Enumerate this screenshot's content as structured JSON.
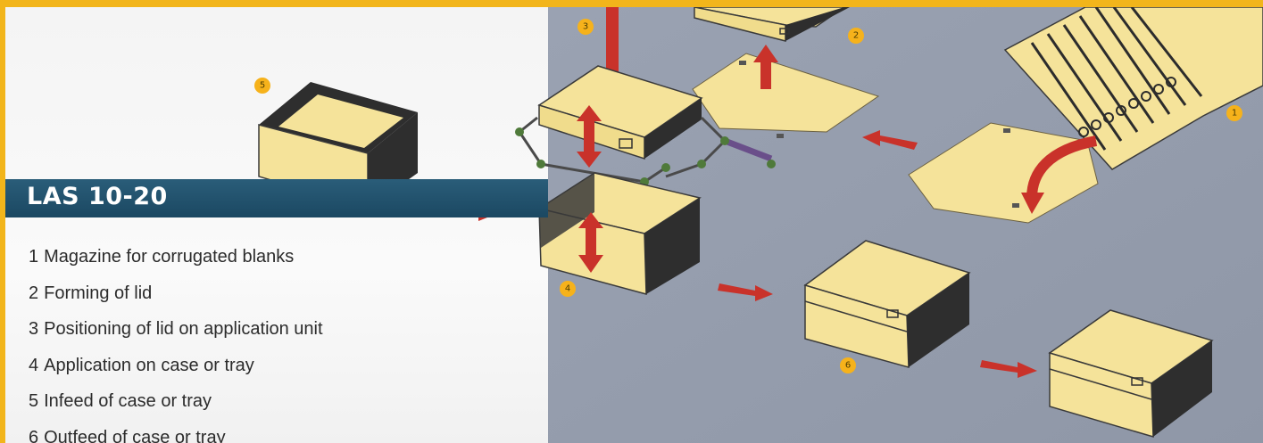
{
  "title": "LAS 10-20",
  "legend": [
    {
      "num": "1",
      "text": "Magazine for corrugated blanks"
    },
    {
      "num": "2",
      "text": "Forming of lid"
    },
    {
      "num": "3",
      "text": "Positioning of lid on application unit"
    },
    {
      "num": "4",
      "text": "Application on case or tray"
    },
    {
      "num": "5",
      "text": "Infeed of case or tray"
    },
    {
      "num": "6",
      "text": "Outfeed of case or tray"
    }
  ],
  "badges": [
    "1",
    "2",
    "3",
    "4",
    "5",
    "6"
  ],
  "colors": {
    "border": "#f2b51b",
    "title_band": "#1f4d67",
    "floor": "#98a0b0",
    "cardboard": "#f5e39a",
    "arrow": "#c9322a",
    "badge": "#f6b21b"
  }
}
